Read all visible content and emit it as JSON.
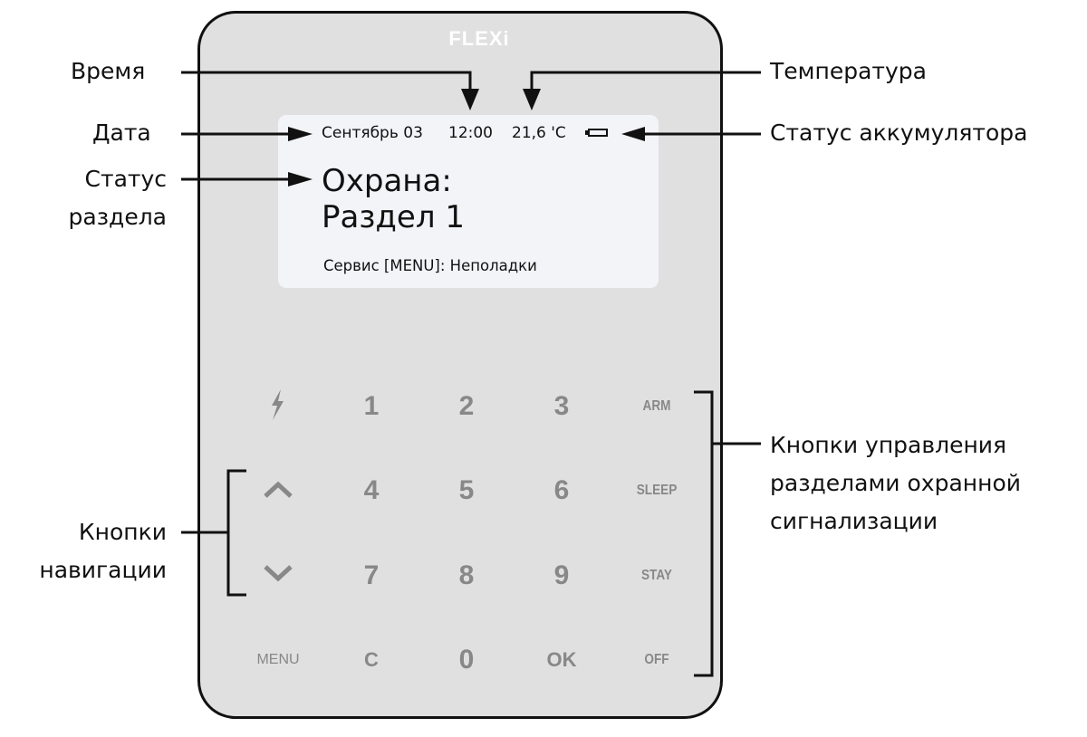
{
  "device": {
    "brand": "FLEXi"
  },
  "screen": {
    "date": "Сентябрь 03",
    "time": "12:00",
    "temperature": "21,6 'C",
    "status_line1": "Охрана:",
    "status_line2": "Раздел 1",
    "service": "Сервис [MENU]: Неполадки"
  },
  "keys": {
    "row1": [
      "1",
      "2",
      "3",
      "ARM"
    ],
    "row2": [
      "4",
      "5",
      "6",
      "SLEEP"
    ],
    "row3": [
      "7",
      "8",
      "9",
      "STAY"
    ],
    "row4": [
      "MENU",
      "C",
      "0",
      "OK",
      "OFF"
    ]
  },
  "labels": {
    "time": "Время",
    "temperature": "Температура",
    "date": "Дата",
    "battery": "Статус аккумулятора",
    "partition_status_1": "Статус",
    "partition_status_2": "раздела",
    "nav_1": "Кнопки",
    "nav_2": "навигации",
    "control_1": "Кнопки управления",
    "control_2": "разделами охранной",
    "control_3": "сигнализации"
  },
  "colors": {
    "body": "#e0e0e0",
    "screen": "#f3f4f8",
    "keys": "#888888"
  }
}
